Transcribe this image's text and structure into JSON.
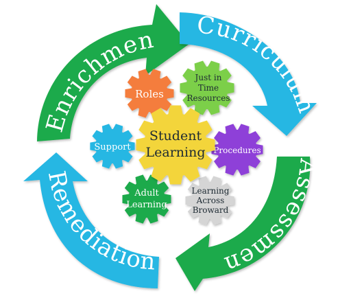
{
  "colors": {
    "green": "#1faa4b",
    "blue": "#26b7e3",
    "orange": "#f47d3c",
    "light_green": "#7ccf4a",
    "purple": "#8e3fd8",
    "gray": "#d5d5d5",
    "yellow": "#f3d53a",
    "dark_text": "#1f2a33"
  },
  "cycle": [
    {
      "id": "enrichment",
      "label": "Enrichment",
      "color": "green"
    },
    {
      "id": "curriculum",
      "label": "Curriculum",
      "color": "blue"
    },
    {
      "id": "assessment",
      "label": "Assessment",
      "color": "green"
    },
    {
      "id": "remediation",
      "label": "Remediation",
      "color": "blue"
    }
  ],
  "center": {
    "line1": "Student",
    "line2": "Learning",
    "color": "yellow"
  },
  "gears": {
    "roles": {
      "label": "Roles",
      "color": "orange"
    },
    "just_in_time": {
      "line1": "Just in",
      "line2": "Time",
      "line3": "Resources",
      "color": "light_green"
    },
    "support": {
      "label": "Support",
      "color": "blue"
    },
    "procedures": {
      "label": "Procedures",
      "color": "purple"
    },
    "adult_learning": {
      "line1": "Adult",
      "line2": "Learning",
      "color": "green"
    },
    "learning_across": {
      "line1": "Learning",
      "line2": "Across",
      "line3": "Broward",
      "color": "gray"
    }
  }
}
